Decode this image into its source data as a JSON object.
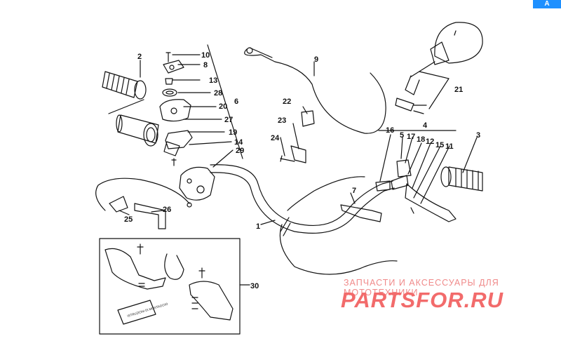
{
  "corner_badge": "A",
  "callouts": [
    "1",
    "2",
    "3",
    "4",
    "5",
    "6",
    "7",
    "8",
    "9",
    "10",
    "11",
    "12",
    "13",
    "14",
    "15",
    "16",
    "17",
    "18",
    "19",
    "20",
    "21",
    "22",
    "23",
    "24",
    "25",
    "26",
    "27",
    "28",
    "29",
    "30"
  ],
  "manual_text": "ISTRUZIONI DI MONTAGGIO",
  "watermark": {
    "top": "ЗАПЧАСТИ И АКСЕССУАРЫ ДЛЯ МОТОТЕХНИКИ",
    "logo": "PARTSFOR.RU"
  }
}
